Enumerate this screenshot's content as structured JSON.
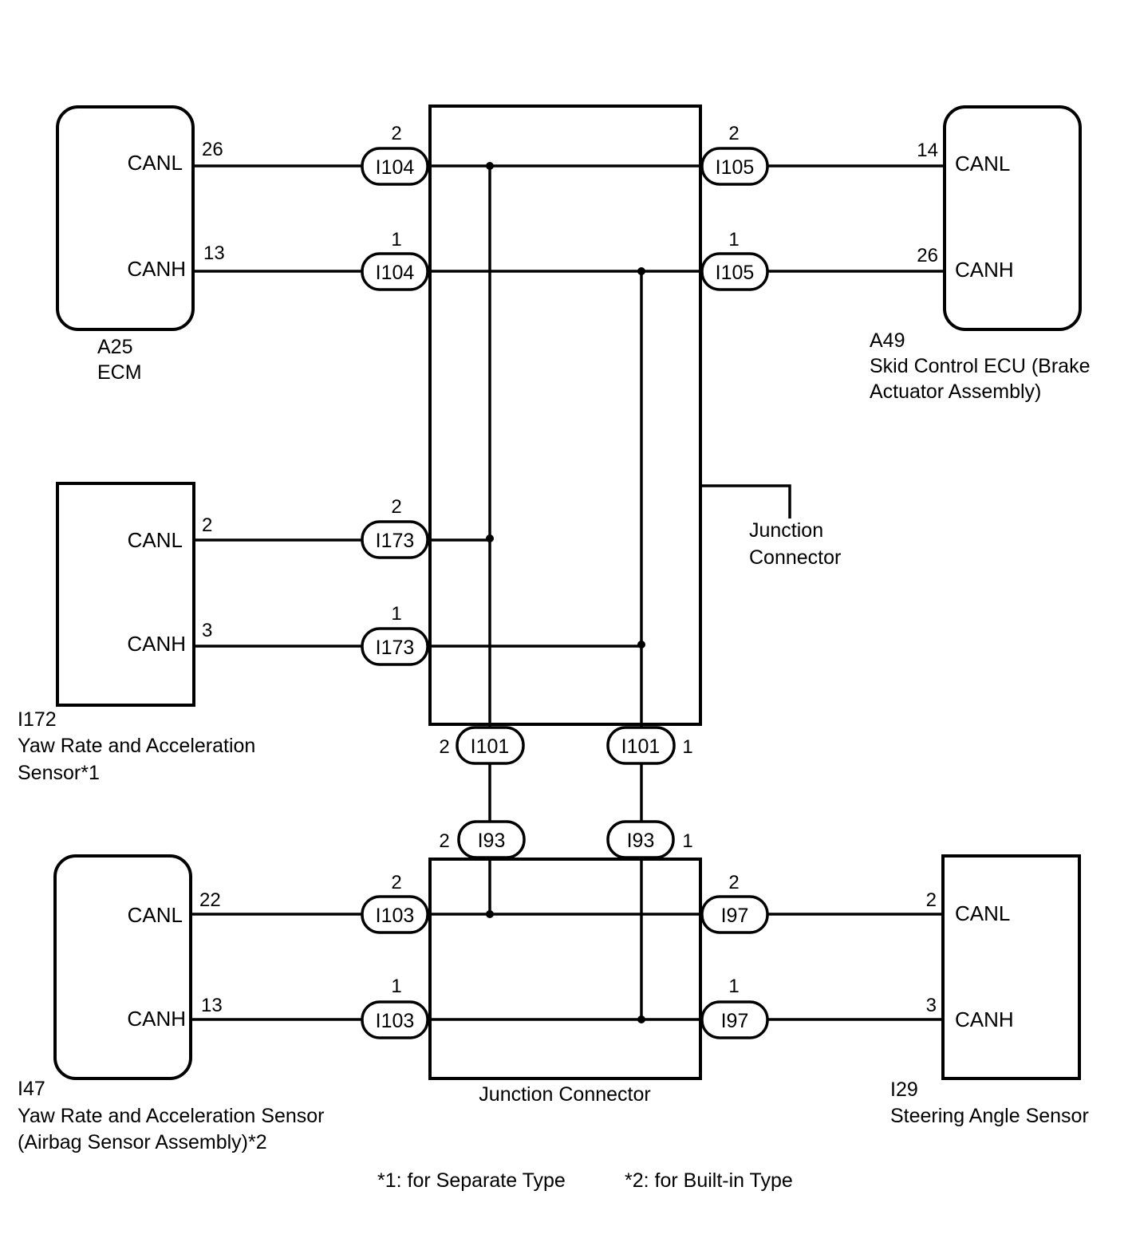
{
  "components": {
    "ecm": {
      "id": "A25",
      "name": "ECM",
      "canl": "CANL",
      "canh": "CANH",
      "pin_canl": "26",
      "pin_canh": "13"
    },
    "skid": {
      "id": "A49",
      "name_line1": "Skid Control ECU (Brake",
      "name_line2": "Actuator Assembly)",
      "canl": "CANL",
      "canh": "CANH",
      "pin_canl": "14",
      "pin_canh": "26"
    },
    "yaw_sep": {
      "id": "I172",
      "name_line1": "Yaw Rate and Acceleration",
      "name_line2": "Sensor*1",
      "canl": "CANL",
      "canh": "CANH",
      "pin_canl": "2",
      "pin_canh": "3"
    },
    "yaw_built": {
      "id": "I47",
      "name_line1": "Yaw Rate and Acceleration Sensor",
      "name_line2": "(Airbag Sensor Assembly)*2",
      "canl": "CANL",
      "canh": "CANH",
      "pin_canl": "22",
      "pin_canh": "13"
    },
    "steer": {
      "id": "I29",
      "name": "Steering Angle Sensor",
      "canl": "CANL",
      "canh": "CANH",
      "pin_canl": "2",
      "pin_canh": "3"
    }
  },
  "connectors": {
    "i104_l": {
      "label": "I104",
      "pin": "2"
    },
    "i104_h": {
      "label": "I104",
      "pin": "1"
    },
    "i105_l": {
      "label": "I105",
      "pin": "2"
    },
    "i105_h": {
      "label": "I105",
      "pin": "1"
    },
    "i173_l": {
      "label": "I173",
      "pin": "2"
    },
    "i173_h": {
      "label": "I173",
      "pin": "1"
    },
    "i101_l": {
      "label": "I101",
      "pin": "2"
    },
    "i101_h": {
      "label": "I101",
      "pin": "1"
    },
    "i93_l": {
      "label": "I93",
      "pin": "2"
    },
    "i93_h": {
      "label": "I93",
      "pin": "1"
    },
    "i103_l": {
      "label": "I103",
      "pin": "2"
    },
    "i103_h": {
      "label": "I103",
      "pin": "1"
    },
    "i97_l": {
      "label": "I97",
      "pin": "2"
    },
    "i97_h": {
      "label": "I97",
      "pin": "1"
    }
  },
  "junction_upper": {
    "line1": "Junction",
    "line2": "Connector"
  },
  "junction_lower": {
    "label": "Junction Connector"
  },
  "notes": {
    "note1": "*1: for Separate Type",
    "note2": "*2: for Built-in Type"
  }
}
